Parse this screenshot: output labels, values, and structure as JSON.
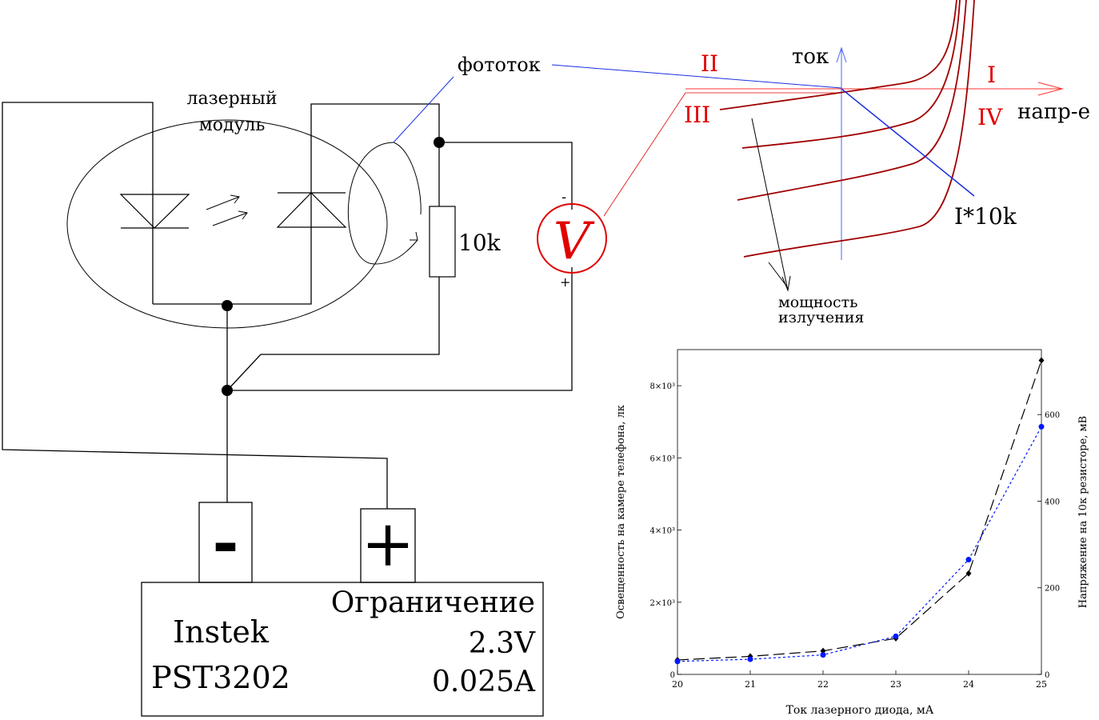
{
  "circuit": {
    "laser_module_label_line1": "лазерный",
    "laser_module_label_line2": "модуль",
    "photocurrent_label": "фототок",
    "resistor_label": "10k",
    "voltmeter_symbol": "V",
    "voltmeter_minus": "-",
    "voltmeter_plus": "+",
    "psu_minus": "-",
    "psu_plus": "+",
    "psu_brand": "Instek",
    "psu_model": "PST3202",
    "psu_limit_title": "Ограничение",
    "psu_limit_voltage": "2.3V",
    "psu_limit_current": "0.025A"
  },
  "iv_diagram": {
    "axis_current": "ток",
    "axis_voltage": "напр-е",
    "quadrant_1": "I",
    "quadrant_2": "II",
    "quadrant_3": "III",
    "quadrant_4": "IV",
    "load_line_label": "I*10k",
    "power_label_line1": "мощность",
    "power_label_line2": "излучения"
  },
  "colors": {
    "curve": "#a00000",
    "quadrant_label": "#e00000",
    "axis": "#4a63ff",
    "load_line": "#1a2fe0",
    "series_illuminance": "#000000",
    "series_voltage": "#0018ff"
  },
  "chart_data": {
    "type": "line",
    "xlabel": "Ток лазерного диода, мА",
    "ylabel_left": "Освещенность на камере телефона, лк",
    "ylabel_right": "Напряжение на 10к резисторе, мВ",
    "x": [
      20,
      21,
      22,
      23,
      24,
      25
    ],
    "xlim": [
      20,
      25
    ],
    "xticks": [
      "20",
      "21",
      "22",
      "23",
      "24",
      "25"
    ],
    "ylim_left": [
      0,
      9000
    ],
    "yticks_left": [
      "0",
      "2×10³",
      "4×10³",
      "6×10³",
      "8×10³"
    ],
    "ylim_right": [
      0,
      750
    ],
    "yticks_right": [
      "0",
      "200",
      "400",
      "600"
    ],
    "series": [
      {
        "axis": "left",
        "style": "long-dash, diamond markers",
        "values": [
          400,
          500,
          650,
          1000,
          2800,
          8700
        ]
      },
      {
        "axis": "right",
        "style": "dotted, circle markers",
        "values": [
          30,
          35,
          45,
          88,
          265,
          572
        ]
      }
    ]
  }
}
